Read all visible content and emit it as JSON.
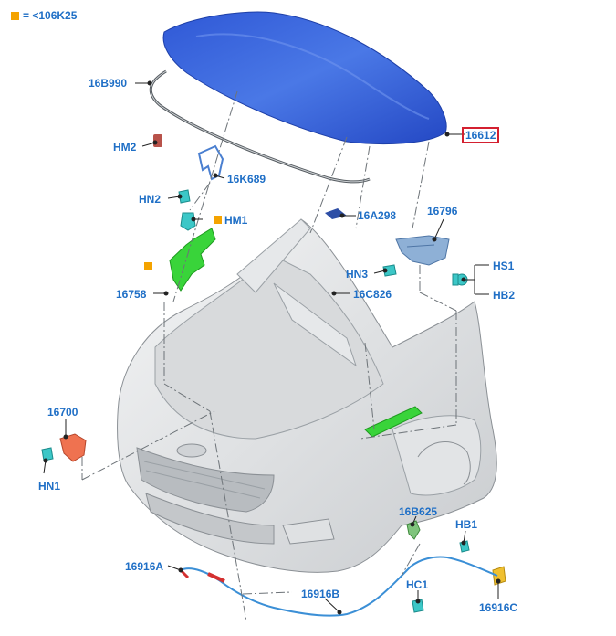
{
  "legend": {
    "text": "= <106K25",
    "marker_color": "#f4a300"
  },
  "colors": {
    "label": "#1f6fc6",
    "hood": "#3a67d8",
    "highlight": "#d42030",
    "green": "#39d43a",
    "clip": "#3cc7c7"
  },
  "labels": {
    "p16B990": "16B990",
    "p16612": "16612",
    "hm2": "HM2",
    "p16K689": "16K689",
    "hn2": "HN2",
    "hm1": "HM1",
    "p16A298": "16A298",
    "p16796": "16796",
    "hn3": "HN3",
    "hs1": "HS1",
    "hb2": "HB2",
    "p16758": "16758",
    "p16C826": "16C826",
    "p16700": "16700",
    "hn1": "HN1",
    "p16B625": "16B625",
    "hb1": "HB1",
    "p16916A": "16916A",
    "p16916B": "16916B",
    "hc1": "HC1",
    "p16916C": "16916C"
  }
}
